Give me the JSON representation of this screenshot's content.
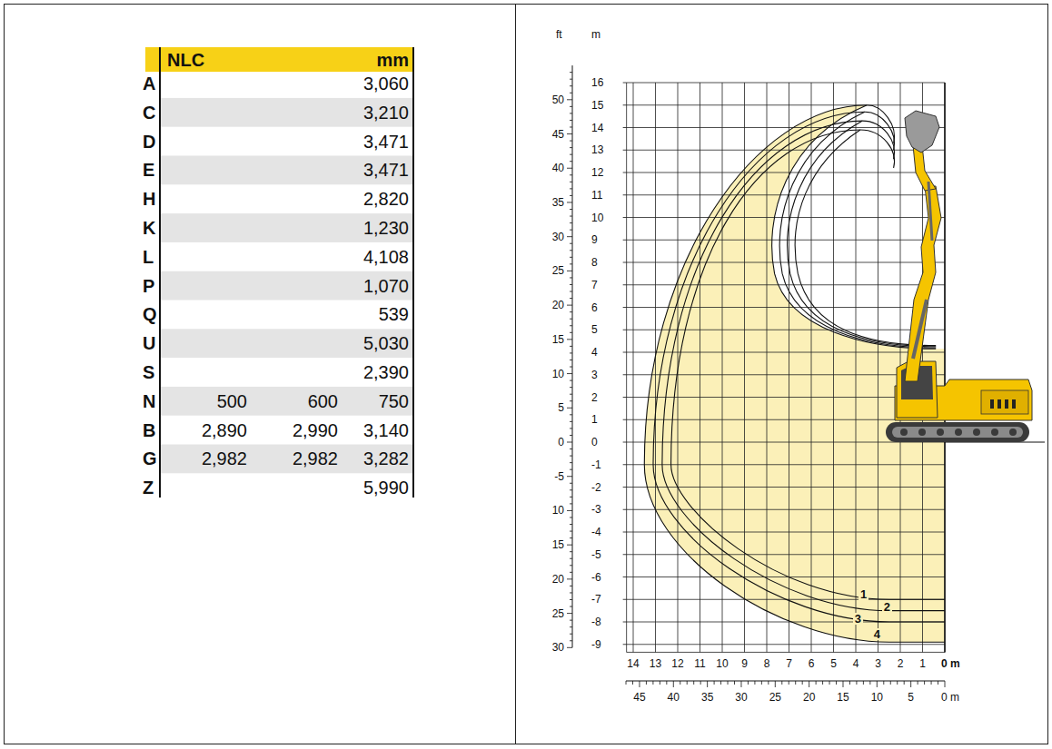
{
  "diagram": {
    "labels": [
      "NLC",
      "mm",
      "A",
      "3,060",
      "C",
      "3,210",
      "D",
      "3,471",
      "E",
      "3,471",
      "H",
      "2,820",
      "K",
      "1,230",
      "L",
      "4,108",
      "P",
      "1,070",
      "Q",
      "539",
      "U",
      "5,030",
      "S",
      "2,390",
      "N",
      "500",
      "600",
      "750",
      "B",
      "2,890",
      "2,990",
      "3,140",
      "G",
      "2,982",
      "2,982",
      "3,282",
      "Z",
      "5,990",
      "ft",
      "m",
      "16",
      "15",
      "14",
      "13",
      "12",
      "11",
      "10",
      "9",
      "8",
      "7",
      "6",
      "5",
      "4",
      "3",
      "2",
      "1",
      "0",
      "-1",
      "-2",
      "-3",
      "-4",
      "-5",
      "-6",
      "-7",
      "-8",
      "-9",
      "50",
      "45",
      "40",
      "35",
      "30",
      "25",
      "20",
      "15",
      "10",
      "5",
      "0",
      "-5",
      "10",
      "15",
      "20",
      "25",
      "30",
      "14",
      "13",
      "12",
      "11",
      "10",
      "9",
      "8",
      "7",
      "6",
      "5",
      "4",
      "3",
      "2",
      "1",
      "0 m",
      "45",
      "40",
      "35",
      "30",
      "25",
      "20",
      "15",
      "10",
      "5",
      "0 m",
      "1",
      "2",
      "3",
      "4"
    ]
  }
}
